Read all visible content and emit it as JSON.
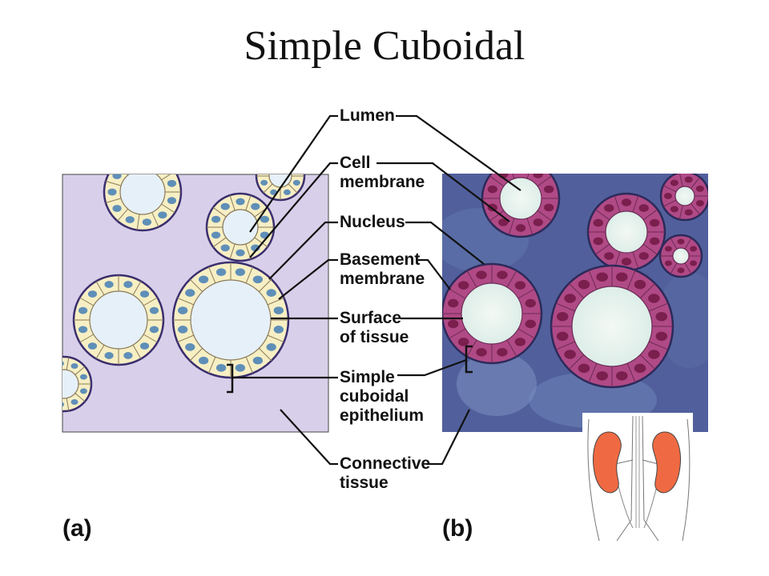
{
  "title": "Simple Cuboidal",
  "labels": {
    "lumen": "Lumen",
    "cell_membrane_1": "Cell",
    "cell_membrane_2": "membrane",
    "nucleus": "Nucleus",
    "basement_1": "Basement",
    "basement_2": "membrane",
    "surface_1": "Surface",
    "surface_2": "of tissue",
    "simple_1": "Simple",
    "simple_2": "cuboidal",
    "simple_3": "epithelium",
    "connective_1": "Connective",
    "connective_2": "tissue"
  },
  "panels": {
    "a": "(a)",
    "b": "(b)"
  },
  "colors": {
    "drawing_bg": "#d8d0ea",
    "cell_fill": "#f7efc4",
    "nucleus": "#5f8fb8",
    "lumen": "#e6f0f8",
    "micro_bg": "#4c5f9a",
    "micro_cell": "#b04a86",
    "micro_nucleus": "#7a1f4e",
    "kidney": "#ef6a42"
  }
}
